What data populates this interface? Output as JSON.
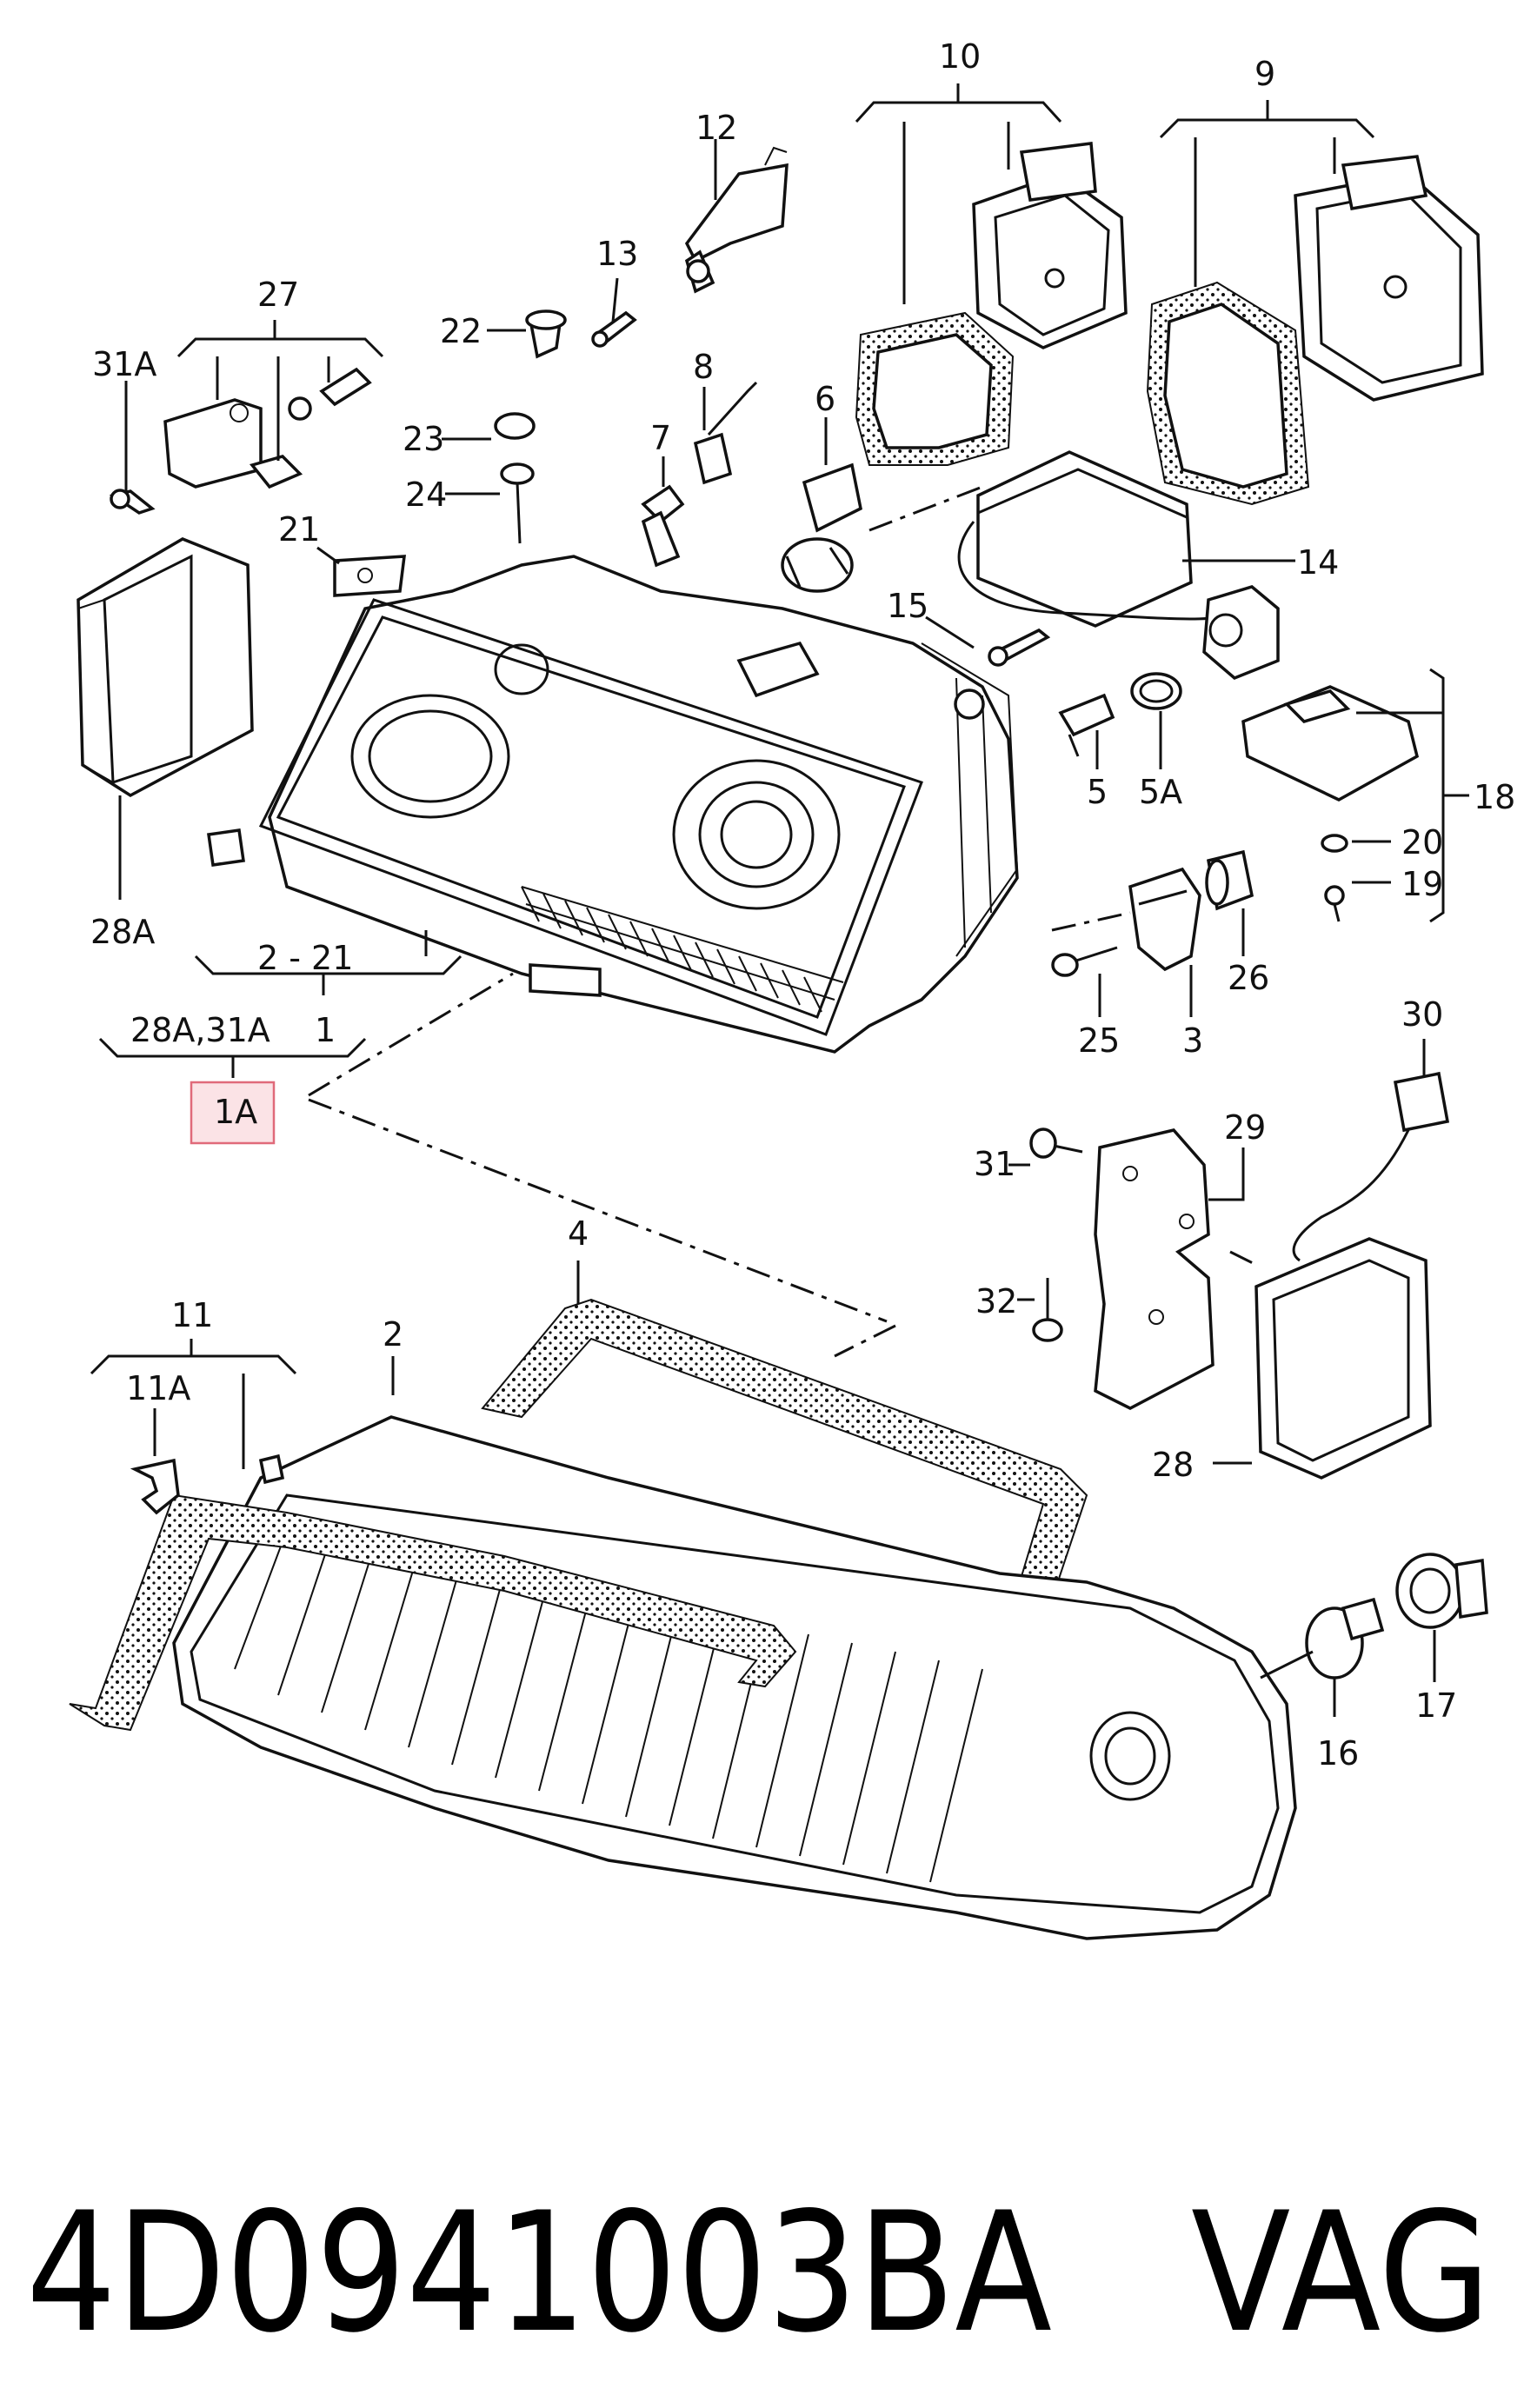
{
  "callouts": {
    "c10": "10",
    "c9": "9",
    "c12": "12",
    "c13": "13",
    "c22": "22",
    "c27": "27",
    "c31a": "31A",
    "c8": "8",
    "c6": "6",
    "c7": "7",
    "c23": "23",
    "c24": "24",
    "c21": "21",
    "c14": "14",
    "c15": "15",
    "c5": "5",
    "c5a": "5A",
    "c18": "18",
    "c20": "20",
    "c19": "19",
    "c28a": "28A",
    "c2_21": "2 - 21",
    "c1": "1",
    "c28a_31a": "28A,31A",
    "c1a": "1A",
    "c26": "26",
    "c25": "25",
    "c3": "3",
    "c30": "30",
    "c29": "29",
    "c31": "31",
    "c4": "4",
    "c32": "32",
    "c11": "11",
    "c11a": "11A",
    "c2": "2",
    "c28": "28",
    "c16": "16",
    "c17": "17"
  },
  "caption": {
    "part_number": "4D0941003BA",
    "brand": "VAG"
  },
  "colors": {
    "highlight_fill": "#fbe3e6",
    "highlight_stroke": "#e06a7a",
    "line": "#111111"
  }
}
